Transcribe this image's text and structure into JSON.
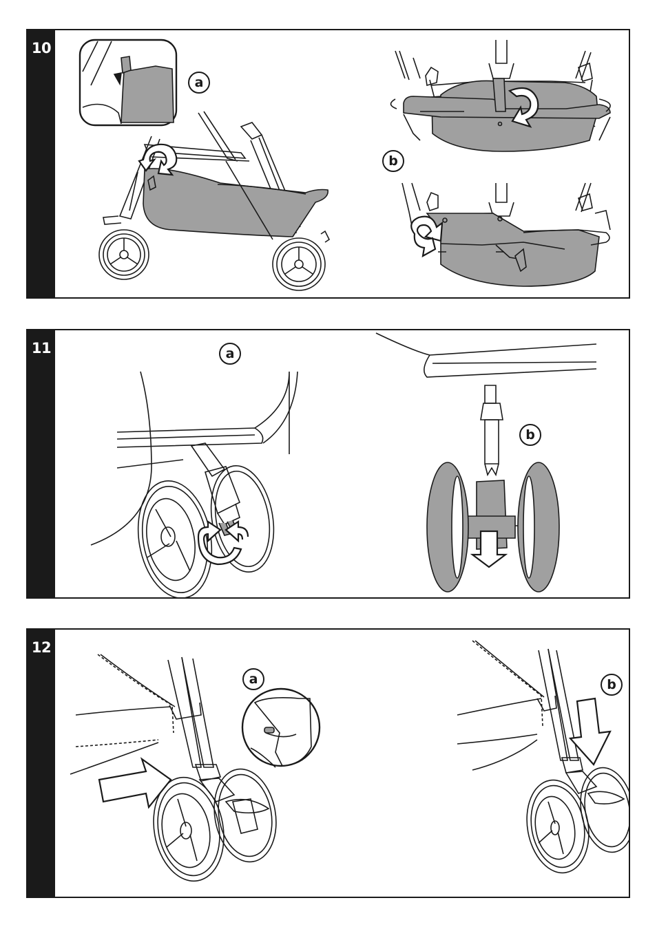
{
  "colors": {
    "ink": "#1a1a1a",
    "fill": "#a0a0a0",
    "paper": "#ffffff"
  },
  "steps": [
    {
      "number": "10",
      "labels": {
        "a": "a",
        "b": "b"
      }
    },
    {
      "number": "11",
      "labels": {
        "a": "a",
        "b": "b"
      }
    },
    {
      "number": "12",
      "labels": {
        "a": "a",
        "b": "b"
      }
    }
  ]
}
